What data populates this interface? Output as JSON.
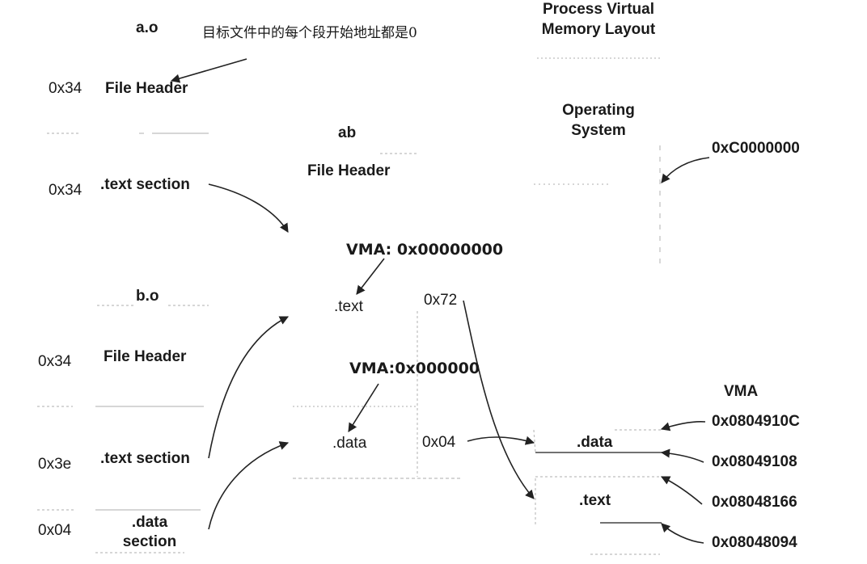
{
  "annotation_cn": "目标文件中的每个段开始地址都是0",
  "ao": {
    "title": "a.o",
    "rows": [
      {
        "offset": "0x34",
        "label": "File Header"
      },
      {
        "offset": "0x34",
        "label": ".text section"
      }
    ]
  },
  "bo": {
    "title": "b.o",
    "rows": [
      {
        "offset": "0x34",
        "label": "File Header"
      },
      {
        "offset": "0x3e",
        "label": ".text section"
      },
      {
        "offset": "0x04",
        "label": ".data section"
      }
    ]
  },
  "ab": {
    "title": "ab",
    "file_header": "File Header",
    "text_label": ".text",
    "data_label": ".data",
    "text_vma": "VMA: 0x00000000",
    "data_vma": "VMA:0x000000",
    "text_size": "0x72",
    "data_size": "0x04"
  },
  "memory": {
    "title_line1": "Process Virtual",
    "title_line2": "Memory Layout",
    "os_line1": "Operating",
    "os_line2": "System",
    "os_addr": "0xC0000000",
    "vma_header": "VMA",
    "data_label": ".data",
    "text_label": ".text",
    "addresses": [
      "0x0804910C",
      "0x08049108",
      "0x08048166",
      "0x08048094"
    ]
  }
}
